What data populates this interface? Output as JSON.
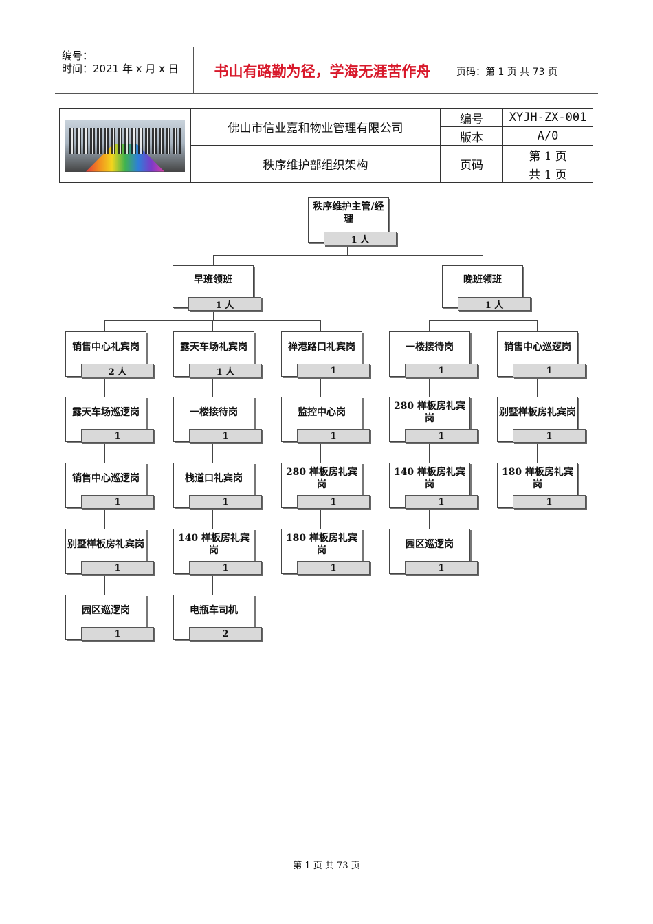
{
  "header": {
    "number_label": "编号：",
    "time_label": "时间：2021 年 x 月 x 日",
    "motto": "书山有路勤为径，学海无涯苦作舟",
    "page_info": "页码：第 1 页  共 73 页"
  },
  "doc_table": {
    "company": "佛山市信业嘉和物业管理有限公司",
    "department_title": "秩序维护部组织架构",
    "code_label": "编号",
    "code_value": "XYJH-ZX-001",
    "version_label": "版本",
    "version_value": "A/0",
    "page_label": "页码",
    "page_value": "第 1 页",
    "total_value": "共 1 页"
  },
  "org_chart": {
    "root": {
      "title": "秩序维护主管/经理",
      "count": "1 人"
    },
    "shifts": [
      {
        "title": "早班领班",
        "count": "1 人"
      },
      {
        "title": "晚班领班",
        "count": "1 人"
      }
    ],
    "columns": [
      [
        {
          "title": "销售中心礼宾岗",
          "count": "2 人"
        },
        {
          "title": "露天车场巡逻岗",
          "count": "1"
        },
        {
          "title": "销售中心巡逻岗",
          "count": "1"
        },
        {
          "title": "别墅样板房礼宾岗",
          "count": "1"
        },
        {
          "title": "园区巡逻岗",
          "count": "1"
        }
      ],
      [
        {
          "title": "露天车场礼宾岗",
          "count": "1 人"
        },
        {
          "title": "一楼接待岗",
          "count": "1"
        },
        {
          "title": "栈道口礼宾岗",
          "count": "1"
        },
        {
          "title": "140 样板房礼宾岗",
          "count": "1"
        },
        {
          "title": "电瓶车司机",
          "count": "2"
        }
      ],
      [
        {
          "title": "禅港路口礼宾岗",
          "count": "1"
        },
        {
          "title": "监控中心岗",
          "count": "1"
        },
        {
          "title": "280 样板房礼宾岗",
          "count": "1"
        },
        {
          "title": "180 样板房礼宾岗",
          "count": "1"
        }
      ],
      [
        {
          "title": "一楼接待岗",
          "count": "1"
        },
        {
          "title": "280 样板房礼宾岗",
          "count": "1"
        },
        {
          "title": "140 样板房礼宾岗",
          "count": "1"
        },
        {
          "title": "园区巡逻岗",
          "count": "1"
        }
      ],
      [
        {
          "title": "销售中心巡逻岗",
          "count": "1"
        },
        {
          "title": "别墅样板房礼宾岗",
          "count": "1"
        },
        {
          "title": "180 样板房礼宾岗",
          "count": "1"
        }
      ]
    ]
  },
  "footer": {
    "text": "第 1 页 共 73 页"
  }
}
